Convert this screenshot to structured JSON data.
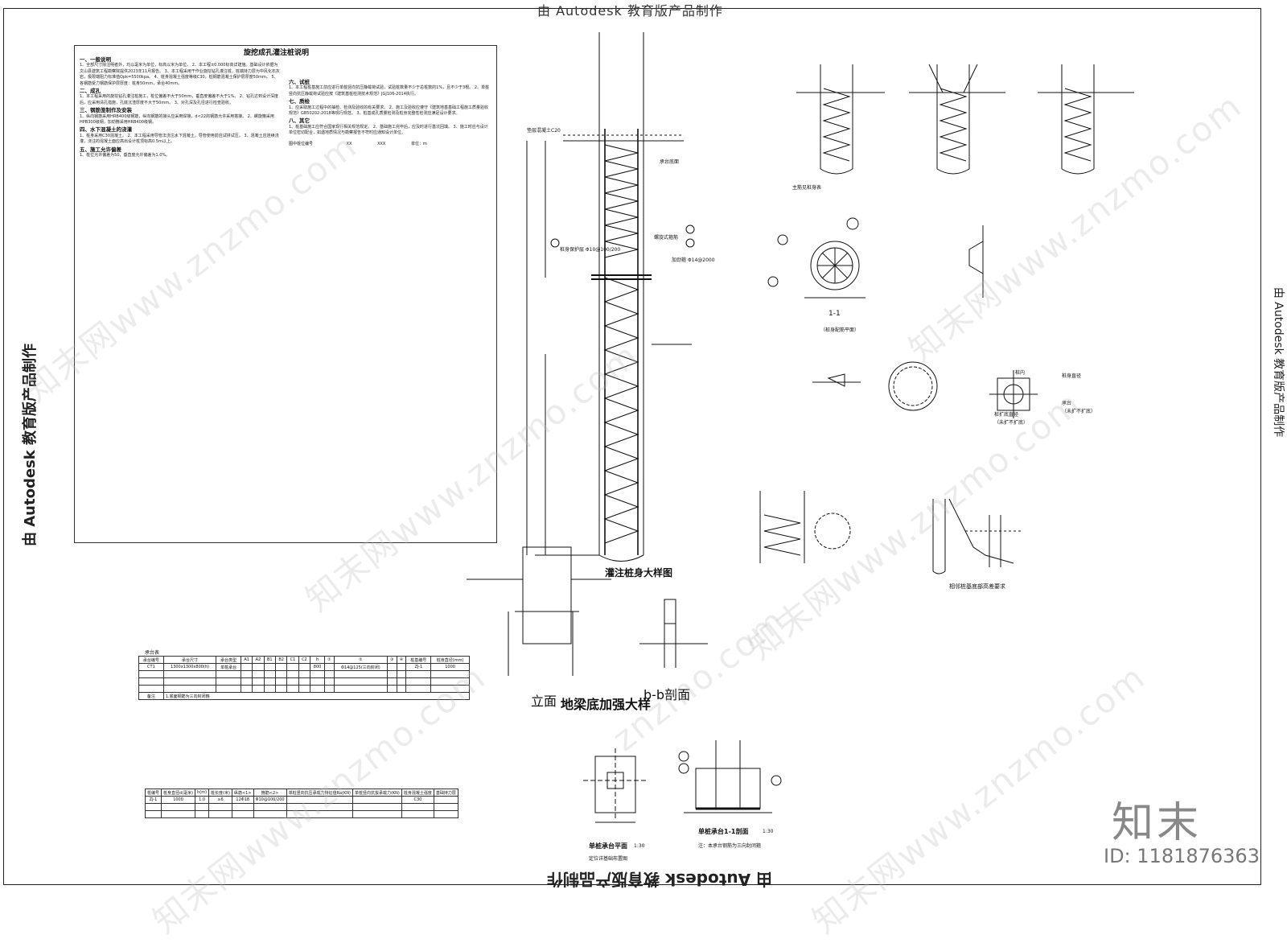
{
  "watermarks": {
    "top": "由 Autodesk 教育版产品制作",
    "bottom": "由 Autodesk 教育版产品制作",
    "left": "由 Autodesk 教育版产品制作",
    "diag1": "知末网www.znzmo.com",
    "diag2": "znzmo.com",
    "brand": "知末",
    "brand_id": "ID: 1181876363"
  },
  "notes": {
    "title": "旋挖成孔灌注桩说明",
    "left": [
      {
        "h": "一、一般说明",
        "p": "1、全部尺寸除注明者外，均以毫米为单位，标高以米为单位。 2、本工程±0.000标高详建施。基础设计依据为文山县建筑工程勘察院提供2023年11月报告。 3、本工程采用干作业旋挖钻孔灌注桩，桩端持力层为中风化石灰岩，极限端阻力标准值Qpk=5500kpa。 4、桩身混凝土强度等级C30，桩钢筋混凝土保护层厚度50mm。 5、各钢筋受力钢筋保护层厚度：桩身50mm，承台40mm。"
      },
      {
        "h": "二、成孔",
        "p": "1、本工程采用的旋挖钻孔灌注桩施工，桩位偏差不大于50mm，垂直度偏差不大于1%。 2、钻孔达到设计深度后，应采用清孔措施，孔底沉渣厚度不大于50mm。 3、对孔深及孔径进行检查验收。"
      },
      {
        "h": "三、钢筋笼制作及安装",
        "p": "1、纵向钢筋采用HRB400级钢筋，纵向钢筋的接头应采用焊接，d<22的钢筋允许采用搭接。 2、螺旋箍采用HPB300级钢，加劲箍采用HRB400级钢。"
      },
      {
        "h": "四、水下混凝土的浇灌",
        "p": "1、桩身采用C30混凝土。 2、本工程采用导管法浇注水下混凝土，导管使用前应试拼试压。 3、混凝土应连续浇灌，浇注的混凝土面应高出设计桩顶标高0.5m以上。"
      },
      {
        "h": "五、施工允许偏差",
        "p": "1、桩位允许偏差为50，垂直度允许偏差为1.0%。"
      }
    ],
    "right": [
      {
        "h": "六、试桩",
        "p": "1、本工程桩基施工前应进行单桩竖向抗压静载荷试验，试验桩数量不少于总桩数的1%，且不少于3根。 2、单桩竖向抗压静载荷试验应按《建筑基桩检测技术规范》JGJ106-2014执行。"
      },
      {
        "h": "七、质检",
        "p": "1、应采取施工过程中的抽检、检测及验收的有关要求。 2、施工及验收应遵守《建筑地基基础工程施工质量验收规范》GB50202-2018等现行规范。 3、桩基成孔质量检测及桩身完整性检测应满足设计要求。"
      },
      {
        "h": "八、其它",
        "p": "1、桩基础施工应符合国家现行相关规范规定。 2、基础施工完毕后，应及时进行基坑回填。 3、施工时应与设计单位密切配合，如遇地质情况与勘察报告不符时应通知设计单位。"
      }
    ],
    "sign_label": "图中桩位编号",
    "sign_values": [
      "XX",
      "XXX"
    ],
    "sign_unit": "单位：m"
  },
  "drawings": {
    "pile_body": "灌注桩身大样图",
    "beam_elev": "立面",
    "beam_detail": "地梁底加强大样",
    "beam_section": "b-b剖面",
    "cap_plan": "单桩承台平面",
    "cap_plan_scale": "1:30",
    "cap_plan_sub": "定位详基础布置图",
    "cap_sec": "单桩承台1-1剖面",
    "cap_sec_scale": "1:30",
    "cap_sec_note": "注：本承台钢筋为三向封闭箍",
    "sec_1_1": "1-1",
    "sec_1_1_sub": "（桩身配筋平面）",
    "adjacent": "相邻桩基底部高差要求",
    "bearing_note1": "桩内",
    "bearing_note2": "桩身直径",
    "bearing_note3": "承台",
    "bearing_note4": "（未扩不扩底）",
    "bearing_note5": "桩扩底直径",
    "bearing_note6": "（未扩不扩底）",
    "lbl_c20": "垫层混凝土C20",
    "lbl_stiff": "加劲箍 Φ14@2000",
    "lbl_spiral": "螺旋式箍筋",
    "lbl_cap_top": "承台底面",
    "lbl_cover": "桩身保护层 Φ10@100/200",
    "lbl_main": "主筋见桩身表"
  },
  "cap_table": {
    "title": "承台表",
    "headers": [
      "承台编号",
      "承台尺寸",
      "承台类型",
      "A1",
      "A2",
      "B1",
      "B2",
      "C1",
      "C2",
      "h",
      "①",
      "②",
      "③",
      "④",
      "桩基编号",
      "桩身直径(mm)"
    ],
    "rows": [
      [
        "CT1",
        "1300x1300x800(h)",
        "单桩承台",
        "",
        "",
        "",
        "",
        "",
        "",
        "800",
        "",
        "Φ14@125(三向封闭)",
        "",
        "",
        "ZJ-1",
        "1000"
      ]
    ],
    "note_label": "备注",
    "note": "1.底面钢筋为三向封闭箍"
  },
  "pile_table": {
    "headers": [
      "桩编号",
      "桩身直径d(毫米)",
      "h(m)",
      "桩长度(米)",
      "纵筋<1>",
      "箍筋<2>",
      "单桩竖向抗压承载力特征值Ra(KN)",
      "单桩竖向抗拔承载力(KN)",
      "桩身混凝土强度",
      "基础持力层"
    ],
    "rows": [
      [
        "ZJ-1",
        "1000",
        "1.0",
        "≥6",
        "12Φ18",
        "Φ10@100/200",
        "",
        "",
        "C30",
        ""
      ]
    ]
  }
}
